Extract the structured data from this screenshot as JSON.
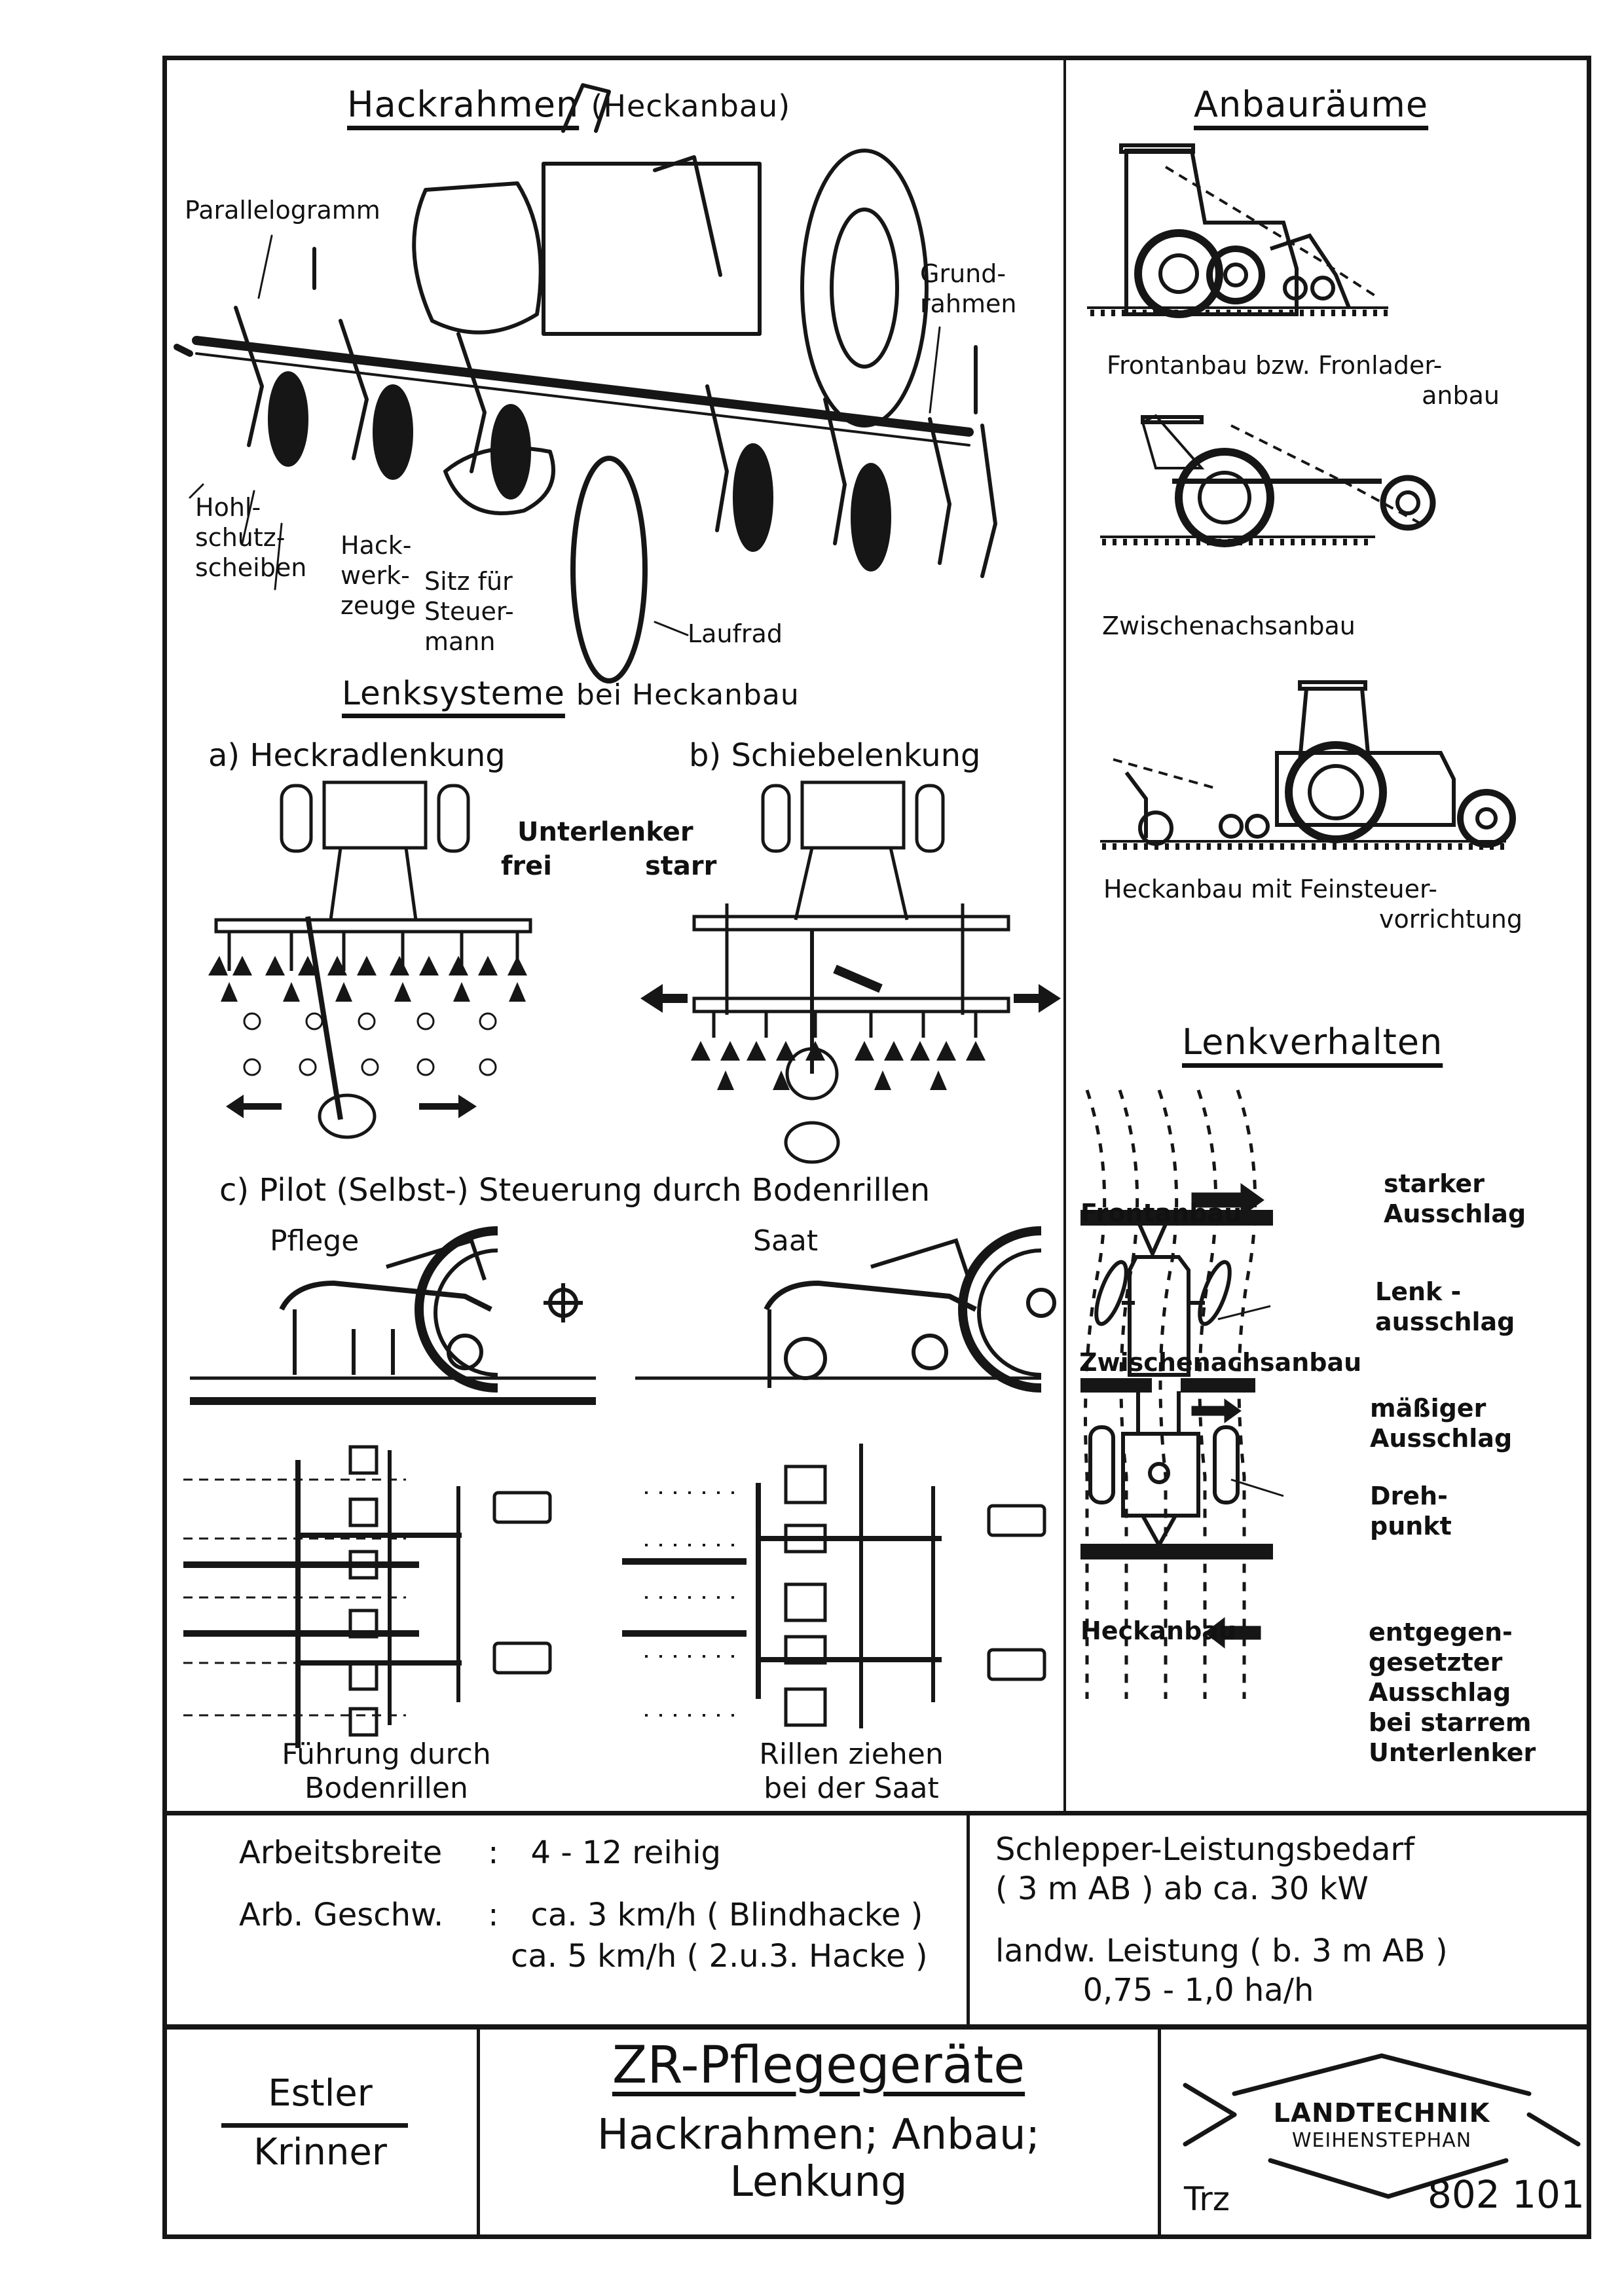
{
  "sheet": {
    "left_panel": {
      "hackrahmen": {
        "title": "Hackrahmen",
        "title_suffix": "(Heckanbau)",
        "labels": {
          "parallelogramm": "Parallelogramm",
          "grundrahmen": [
            "Grund-",
            "rahmen"
          ],
          "hohlschutzscheiben": [
            "Hohl-",
            "schutz-",
            "scheiben"
          ],
          "hackwerkzeuge": [
            "Hack-",
            "werk-",
            "zeuge"
          ],
          "sitz": [
            "Sitz für",
            "Steuer-",
            "mann"
          ],
          "laufrad": "Laufrad"
        }
      },
      "lenksysteme": {
        "title": "Lenksysteme",
        "title_suffix": "bei Heckanbau",
        "a_label": "a) Heckradlenkung",
        "b_label": "b) Schiebelenkung",
        "unterlenker": "Unterlenker",
        "frei": "frei",
        "starr": "starr",
        "c_label": "c) Pilot (Selbst-) Steuerung durch Bodenrillen",
        "pflege": "Pflege",
        "saat": "Saat",
        "caption_left": [
          "Führung durch",
          "Bodenrillen"
        ],
        "caption_right": [
          "Rillen ziehen",
          "bei der Saat"
        ]
      }
    },
    "right_panel": {
      "anbauraeume": {
        "title": "Anbauräume",
        "front": [
          "Frontanbau bzw. Fronlader-",
          "anbau"
        ],
        "zwischen": "Zwischenachsanbau",
        "heck": [
          "Heckanbau mit Feinsteuer-",
          "vorrichtung"
        ]
      },
      "lenkverhalten": {
        "title": "Lenkverhalten",
        "frontanbau": "Frontanbau",
        "starker": [
          "starker",
          "Ausschlag"
        ],
        "lenkausschlag": [
          "Lenk -",
          "ausschlag"
        ],
        "zwischenachsanbau": "Zwischenachsanbau",
        "maessiger": [
          "mäßiger",
          "Ausschlag"
        ],
        "drehpunkt": [
          "Dreh-",
          "punkt"
        ],
        "heckanbau": "Heckanbau",
        "entgegen": [
          "entgegen-",
          "gesetzter",
          "Ausschlag",
          "bei starrem",
          "Unterlenker"
        ]
      }
    },
    "specs": {
      "arbeitsbreite_label": "Arbeitsbreite",
      "arbeitsbreite_value": "4 - 12 reihig",
      "geschw_label": "Arb. Geschw.",
      "geschw_value_1": "ca. 3 km/h ( Blindhacke )",
      "geschw_value_2": "ca. 5 km/h ( 2.u.3. Hacke )",
      "colon": ":",
      "schlepper_line1": "Schlepper-Leistungsbedarf",
      "schlepper_line2": "( 3 m  AB ) ab  ca. 30  kW",
      "leistung_line1": "landw. Leistung ( b. 3 m AB )",
      "leistung_line2": "0,75 - 1,0 ha/h"
    },
    "title_block": {
      "author_1": "Estler",
      "author_2": "Krinner",
      "main_title": "ZR-Pflegegeräte",
      "subtitle_1": "Hackrahmen; Anbau;",
      "subtitle_2": "Lenkung",
      "logo_line1": "LANDTECHNIK",
      "logo_line2": "WEIHENSTEPHAN",
      "drawer": "Trz",
      "sheet_number": "802 101"
    }
  },
  "colors": {
    "ink": "#161616",
    "paper": "#ffffff"
  }
}
